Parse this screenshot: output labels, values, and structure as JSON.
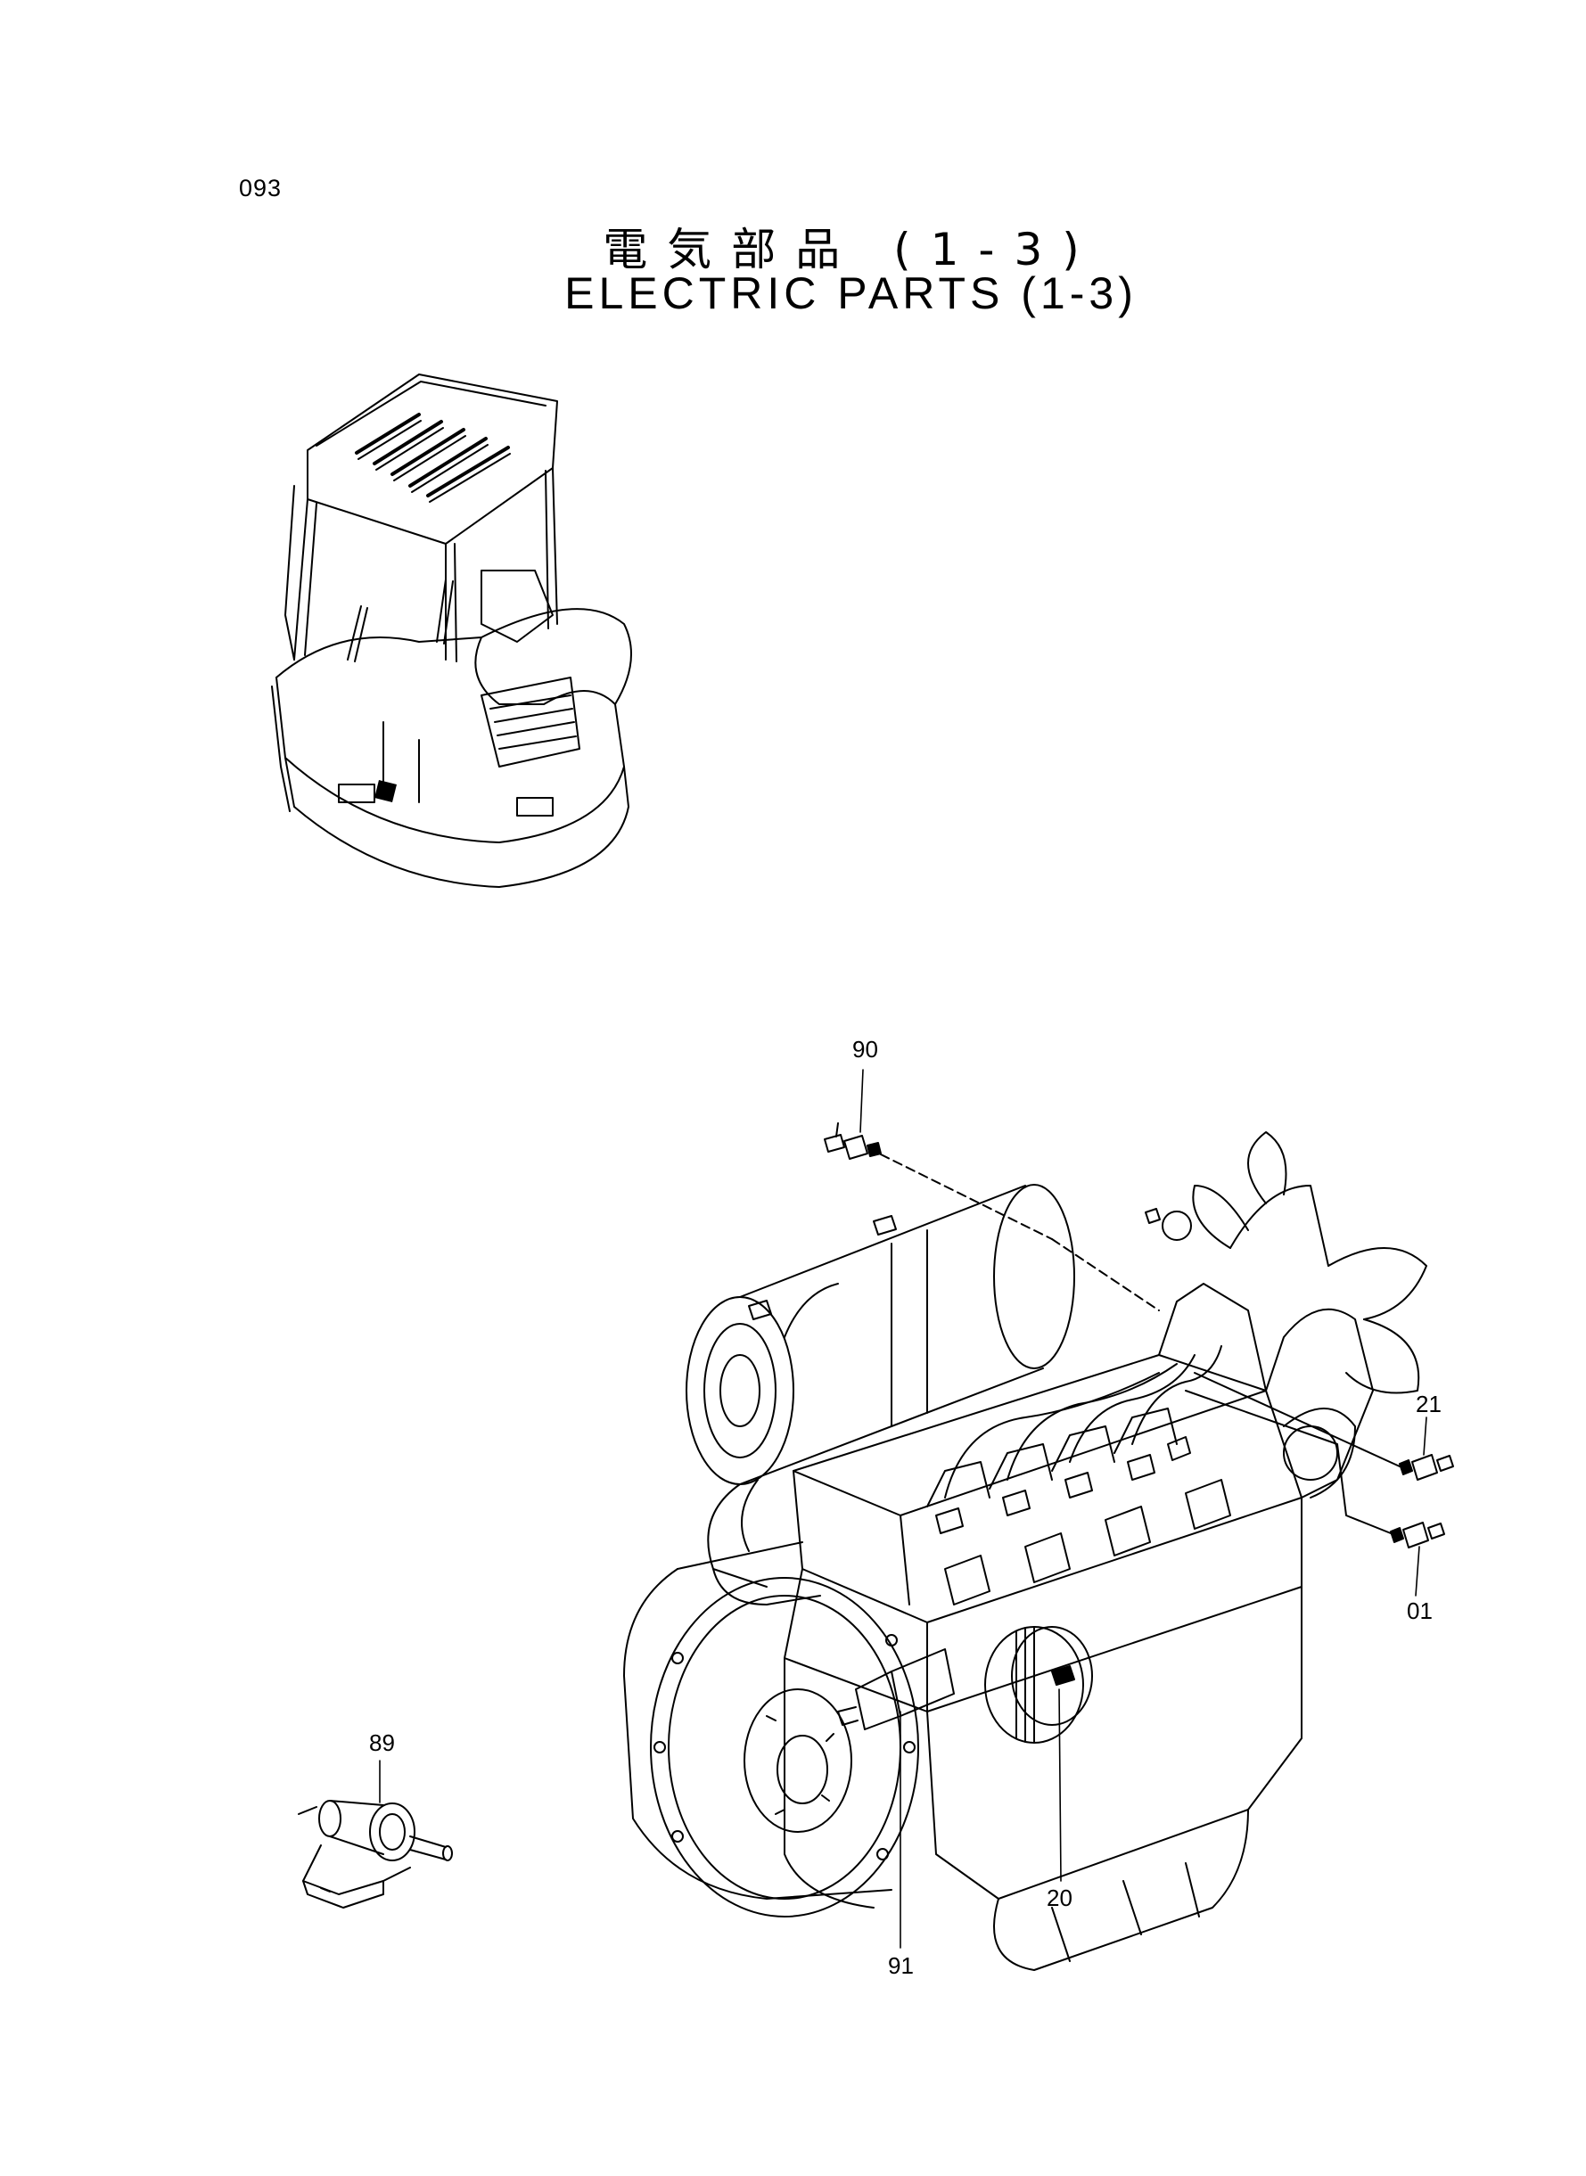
{
  "page_number": "093",
  "title_jp": "電気部品 (1-3)",
  "title_en": "ELECTRIC PARTS (1-3)",
  "callouts": {
    "p90": "90",
    "p21": "21",
    "p01": "01",
    "p89": "89",
    "p20": "20",
    "p91": "91"
  },
  "icons": [
    "excavator-overview-illustration",
    "engine-assembly-illustration",
    "component-89-illustration"
  ]
}
